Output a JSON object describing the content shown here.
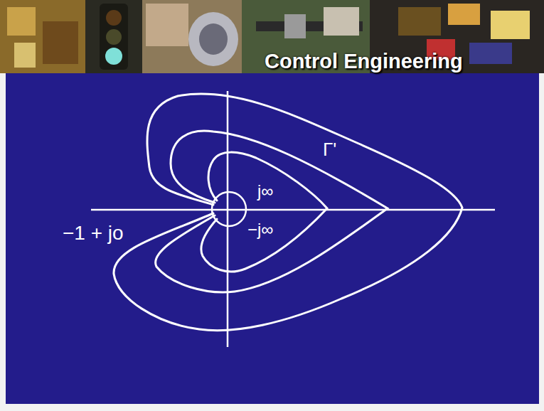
{
  "diagram": {
    "title": "Control Engineering",
    "labels": [
      "Γ'",
      "j∞",
      "−j∞",
      "−1 + jo"
    ]
  }
}
